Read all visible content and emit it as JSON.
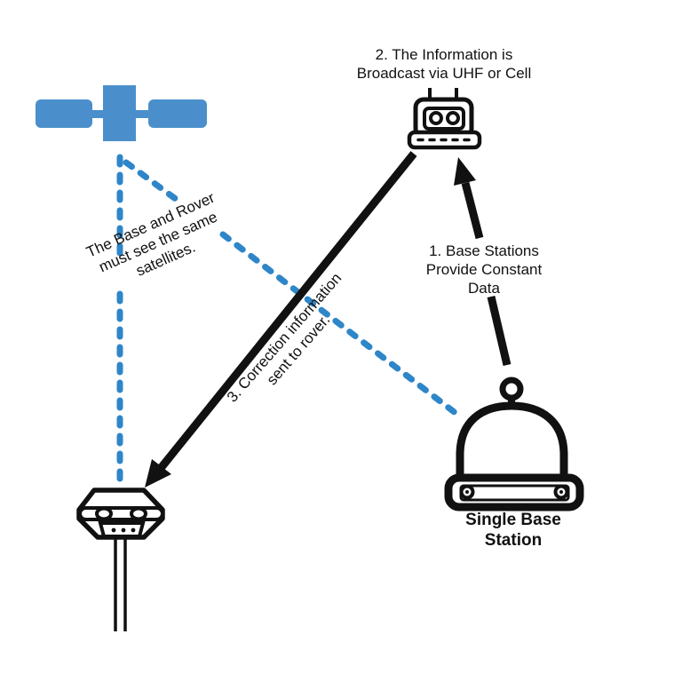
{
  "colors": {
    "background": "#ffffff",
    "ink": "#111111",
    "accent_blue": "#2e86c9",
    "satellite_blue": "#4a8fcb"
  },
  "labels": {
    "broadcast": "2. The Information is\nBroadcast via UHF or Cell",
    "base_provides": "1. Base Stations\nProvide Constant\nData",
    "satellite_visibility": "The Base and Rover\nmust see the same\nsatellites.",
    "correction": "3. Correction information\nsent to rover.",
    "base_station_caption": "Single Base\nStation"
  },
  "icons": {
    "satellite": "satellite-icon",
    "radio_broadcast": "radio-broadcast-icon",
    "base_station": "base-station-icon",
    "rover": "rover-icon"
  }
}
